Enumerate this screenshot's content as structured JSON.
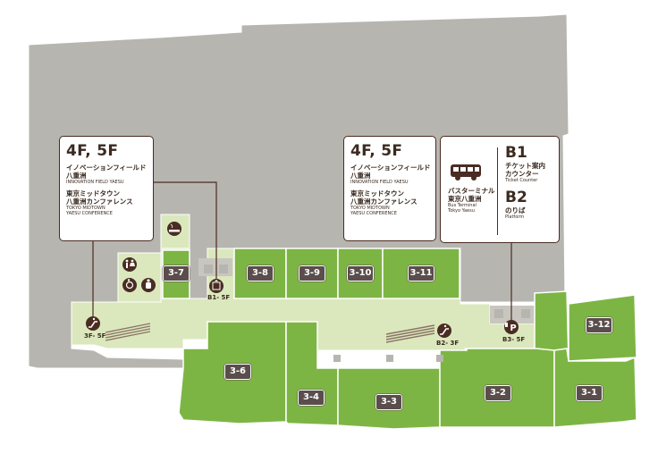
{
  "colors": {
    "building": "#b7b5b0",
    "corridor": "#dbe8bd",
    "tenant": "#7db544",
    "unit_label": "#5a4e4c",
    "brown": "#4a2c22",
    "service": "#c9c6c0"
  },
  "units": [
    "3-1",
    "3-2",
    "3-3",
    "3-4",
    "3-6",
    "3-7",
    "3-8",
    "3-9",
    "3-10",
    "3-11",
    "3-12"
  ],
  "info_left": {
    "floors": "4F, 5F",
    "name_jp": "イノベーションフィールド",
    "name_jp2": "八重洲",
    "name_en": "INNOVATION FIELD YAESU",
    "conf_jp": "東京ミッドタウン",
    "conf_jp2": "八重洲カンファレンス",
    "conf_en1": "TOKYO MIDTOWN",
    "conf_en2": "YAESU CONFERENCE"
  },
  "info_mid": {
    "floors": "4F, 5F",
    "name_jp": "イノベーションフィールド",
    "name_jp2": "八重洲",
    "name_en": "INNOVATION FIELD YAESU",
    "conf_jp": "東京ミッドタウン",
    "conf_jp2": "八重洲カンファレンス",
    "conf_en1": "TOKYO MIDTOWN",
    "conf_en2": "YAESU CONFERENCE"
  },
  "info_bus": {
    "bus_jp": "バスターミナル",
    "bus_jp2": "東京八重洲",
    "bus_en1": "Bus Terminal",
    "bus_en2": "Tokyo Yaesu",
    "b1": "B1",
    "b1_jp": "チケット案内",
    "b1_jp2": "カウンター",
    "b1_en": "Ticket Counter",
    "b2": "B2",
    "b2_jp": "のりば",
    "b2_en": "Platform"
  },
  "floor_labels": {
    "elevator_left": "B1- 5F",
    "escalator_left": "3F- 5F",
    "escalator_right": "B2- 3F",
    "elevator_right": "B3- 5F"
  },
  "icons": [
    "restroom-icon",
    "accessible-icon",
    "baby-care-icon",
    "smoking-icon",
    "elevator-icon",
    "escalator-icon",
    "parking-icon",
    "bus-icon"
  ]
}
